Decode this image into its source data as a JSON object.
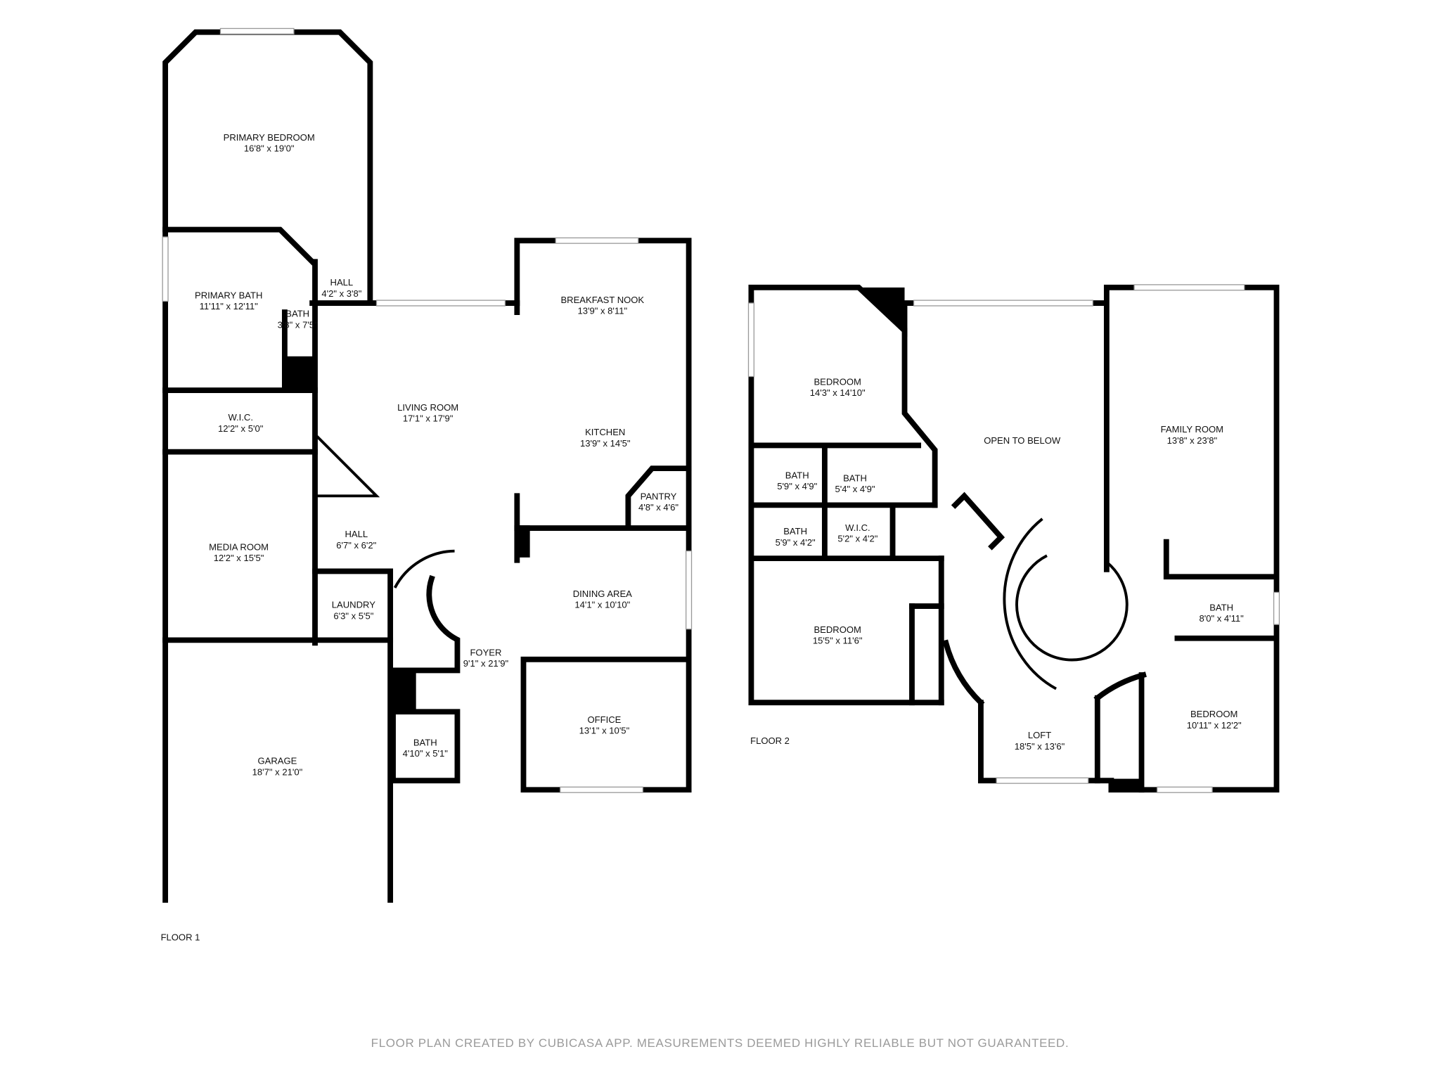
{
  "floors": [
    {
      "label": "FLOOR 1",
      "rooms": [
        {
          "name": "PRIMARY BEDROOM",
          "size": "16'8\" x 19'0\""
        },
        {
          "name": "PRIMARY BATH",
          "size": "11'11\" x 12'11\""
        },
        {
          "name": "BATH",
          "size": "3'8\" x 7'5\""
        },
        {
          "name": "HALL",
          "size": "4'2\" x 3'8\""
        },
        {
          "name": "W.I.C.",
          "size": "12'2\" x 5'0\""
        },
        {
          "name": "LIVING ROOM",
          "size": "17'1\" x 17'9\""
        },
        {
          "name": "BREAKFAST NOOK",
          "size": "13'9\" x 8'11\""
        },
        {
          "name": "KITCHEN",
          "size": "13'9\" x 14'5\""
        },
        {
          "name": "PANTRY",
          "size": "4'8\" x 4'6\""
        },
        {
          "name": "MEDIA ROOM",
          "size": "12'2\" x 15'5\""
        },
        {
          "name": "HALL",
          "size": "6'7\" x 6'2\""
        },
        {
          "name": "LAUNDRY",
          "size": "6'3\" x 5'5\""
        },
        {
          "name": "DINING AREA",
          "size": "14'1\" x 10'10\""
        },
        {
          "name": "FOYER",
          "size": "9'1\" x 21'9\""
        },
        {
          "name": "OFFICE",
          "size": "13'1\" x 10'5\""
        },
        {
          "name": "BATH",
          "size": "4'10\" x 5'1\""
        },
        {
          "name": "GARAGE",
          "size": "18'7\" x 21'0\""
        }
      ]
    },
    {
      "label": "FLOOR 2",
      "rooms": [
        {
          "name": "BEDROOM",
          "size": "14'3\" x 14'10\""
        },
        {
          "name": "OPEN TO BELOW",
          "size": ""
        },
        {
          "name": "FAMILY ROOM",
          "size": "13'8\" x 23'8\""
        },
        {
          "name": "BATH",
          "size": "5'9\" x 4'9\""
        },
        {
          "name": "BATH",
          "size": "5'4\" x 4'9\""
        },
        {
          "name": "BATH",
          "size": "5'9\" x 4'2\""
        },
        {
          "name": "W.I.C.",
          "size": "5'2\" x 4'2\""
        },
        {
          "name": "BEDROOM",
          "size": "15'5\" x 11'6\""
        },
        {
          "name": "BATH",
          "size": "8'0\" x 4'11\""
        },
        {
          "name": "LOFT",
          "size": "18'5\" x 13'6\""
        },
        {
          "name": "BEDROOM",
          "size": "10'11\" x 12'2\""
        }
      ]
    }
  ],
  "disclaimer": "FLOOR PLAN CREATED BY CUBICASA APP. MEASUREMENTS DEEMED HIGHLY RELIABLE BUT NOT GUARANTEED."
}
